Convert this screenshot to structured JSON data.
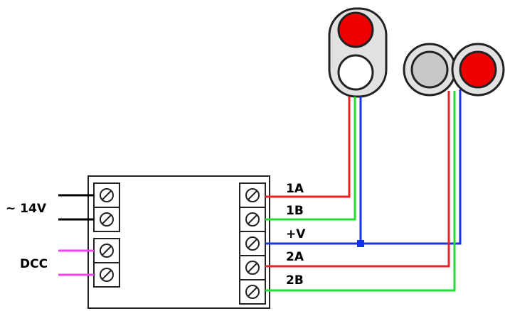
{
  "labels": {
    "power": "~ 14V",
    "dcc": "DCC",
    "out_1a": "1A",
    "out_1b": "1B",
    "out_pv": "+V",
    "out_2a": "2A",
    "out_2b": "2B"
  },
  "colors": {
    "wire_red": "#ee2222",
    "wire_green": "#22dd33",
    "wire_blue": "#1133ee",
    "wire_black": "#000000",
    "wire_magenta": "#ee44ee",
    "lamp_red": "#ee0000",
    "lamp_white": "#ffffff",
    "lamp_grey": "#c8c8c8",
    "housing": "#e2e2e2"
  },
  "signals": [
    {
      "name": "two-aspect-mast-signal",
      "lamps": [
        "red",
        "white"
      ]
    },
    {
      "name": "dwarf-signal",
      "lamps": [
        "grey",
        "red"
      ]
    }
  ]
}
